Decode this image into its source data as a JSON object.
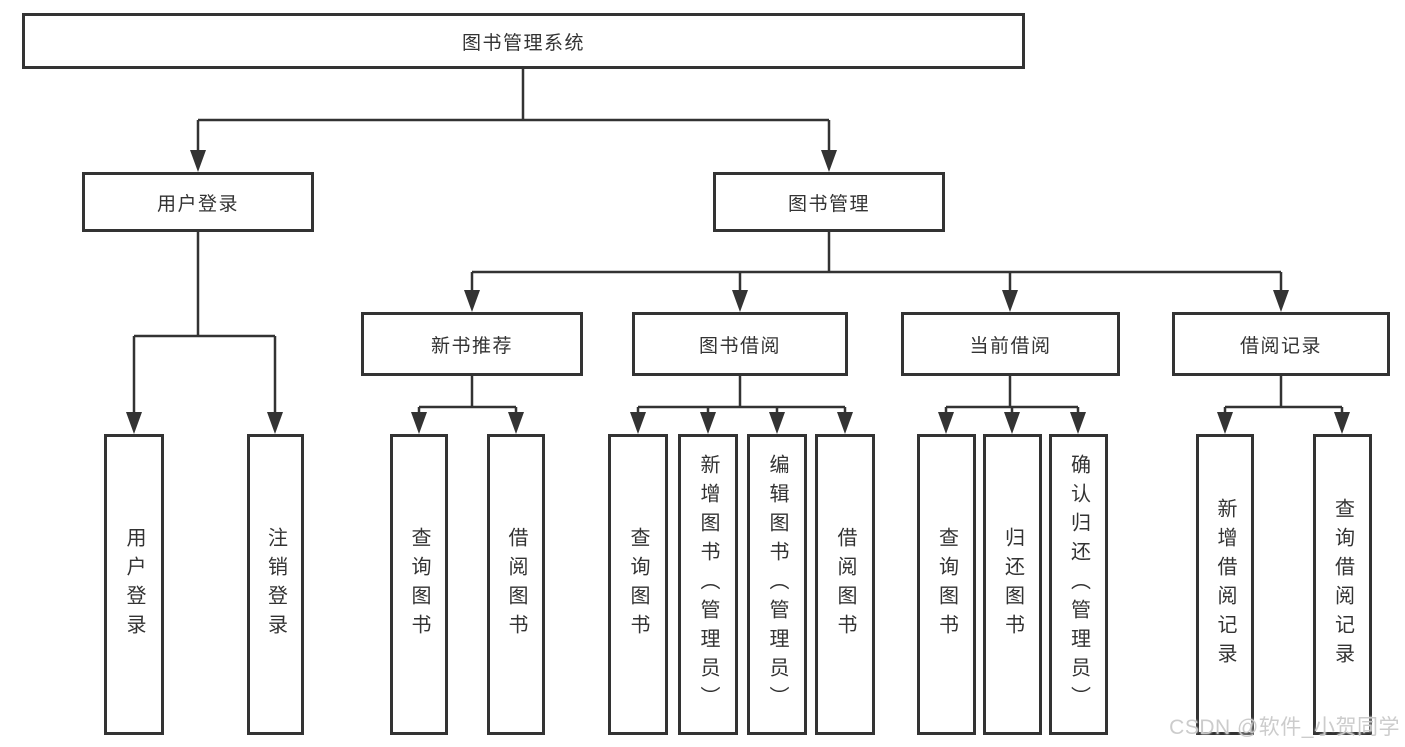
{
  "diagram": {
    "type": "hierarchy-tree",
    "title": "图书管理系统",
    "colors": {
      "line": "#333333",
      "box_border": "#333333",
      "box_background": "#ffffff",
      "text": "#333333",
      "watermark": "#c9c9c9"
    },
    "tree": {
      "root": "图书管理系统",
      "children": [
        {
          "label": "用户登录",
          "children": [
            {
              "label": "用户登录"
            },
            {
              "label": "注销登录"
            }
          ]
        },
        {
          "label": "图书管理",
          "children": [
            {
              "label": "新书推荐",
              "children": [
                {
                  "label": "查询图书"
                },
                {
                  "label": "借阅图书"
                }
              ]
            },
            {
              "label": "图书借阅",
              "children": [
                {
                  "label": "查询图书"
                },
                {
                  "label": "新增图书（管理员）"
                },
                {
                  "label": "编辑图书（管理员）"
                },
                {
                  "label": "借阅图书"
                }
              ]
            },
            {
              "label": "当前借阅",
              "children": [
                {
                  "label": "查询图书"
                },
                {
                  "label": "归还图书"
                },
                {
                  "label": "确认归还（管理员）"
                }
              ]
            },
            {
              "label": "借阅记录",
              "children": [
                {
                  "label": "新增借阅记录"
                },
                {
                  "label": "查询借阅记录"
                }
              ]
            }
          ]
        }
      ]
    },
    "watermark": {
      "text": "CSDN @软件_小贺同学"
    }
  }
}
